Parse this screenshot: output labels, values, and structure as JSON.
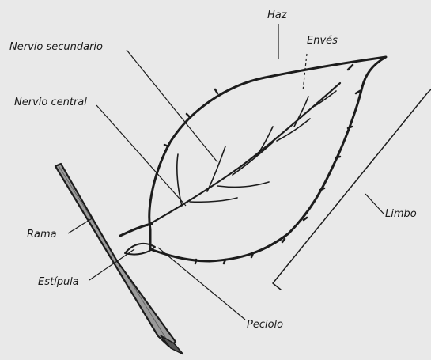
{
  "labels": {
    "haz": "Haz",
    "enves": "Envés",
    "nervio_secundario": "Nervio secundario",
    "nervio_central": "Nervio central",
    "rama": "Rama",
    "estipula": "Estípula",
    "peciolo": "Peciolo",
    "limbo": "Limbo"
  },
  "colors": {
    "background": "#e9e9e9",
    "ink": "#1c1c1c",
    "branch_fill": "#9a9a9a"
  }
}
